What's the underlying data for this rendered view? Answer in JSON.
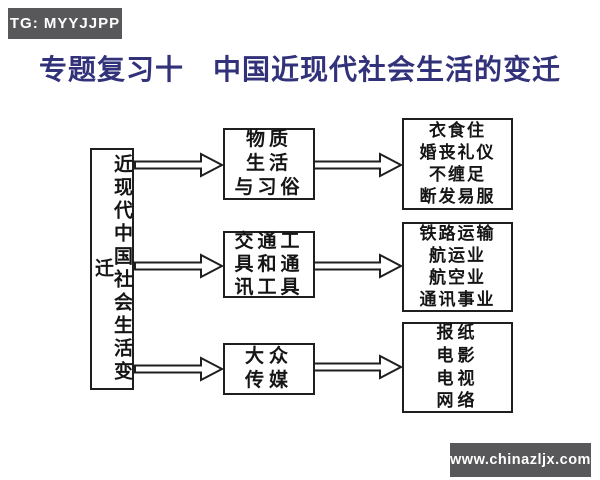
{
  "badges": {
    "top_left": "TG: MYYJJPP",
    "bottom_right": "www.chinazljx.com"
  },
  "title": "专题复习十　中国近现代社会生活的变迁",
  "colors": {
    "title_text": "#32327B",
    "badge_background": "#58585A",
    "badge_text": "#FFFFFF",
    "diagram_line": "#1F1F1F",
    "page_background": "#FFFFFF"
  },
  "diagram": {
    "root_label": "近现代中国社会生活变迁",
    "branches": [
      {
        "label": "物质\n生活\n与习俗",
        "details": "衣食住\n婚丧礼仪\n不缠足\n断发易服"
      },
      {
        "label": "交通工\n具和通\n讯工具",
        "details": "铁路运输\n航运业\n航空业\n通讯事业"
      },
      {
        "label": "大众\n传媒",
        "details": "报纸\n电影\n电视\n网络"
      }
    ]
  }
}
